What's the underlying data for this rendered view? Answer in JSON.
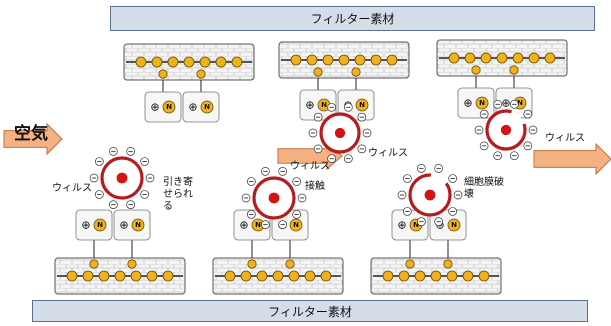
{
  "top_bar_label": "フィルター素材",
  "bottom_bar_label": "フィルター素材",
  "air_label": "空気",
  "virus_label": "ウィルス",
  "stage_labels": {
    "attract": "引き寄せられる",
    "contact": "接触",
    "rupture": "細胞膜破壊"
  },
  "glyphs": {
    "plus": "⊕",
    "minus": "⊖",
    "n_marker": "N"
  },
  "colors": {
    "filter_bar": "#d5dde9",
    "filter_border": "#5b6f8e",
    "mesh": "#c9c9c9",
    "node": "#f0b21c",
    "virus_ring": "#b51c1c",
    "arrow": "#f4b183",
    "arrow_border": "#c7703b"
  }
}
